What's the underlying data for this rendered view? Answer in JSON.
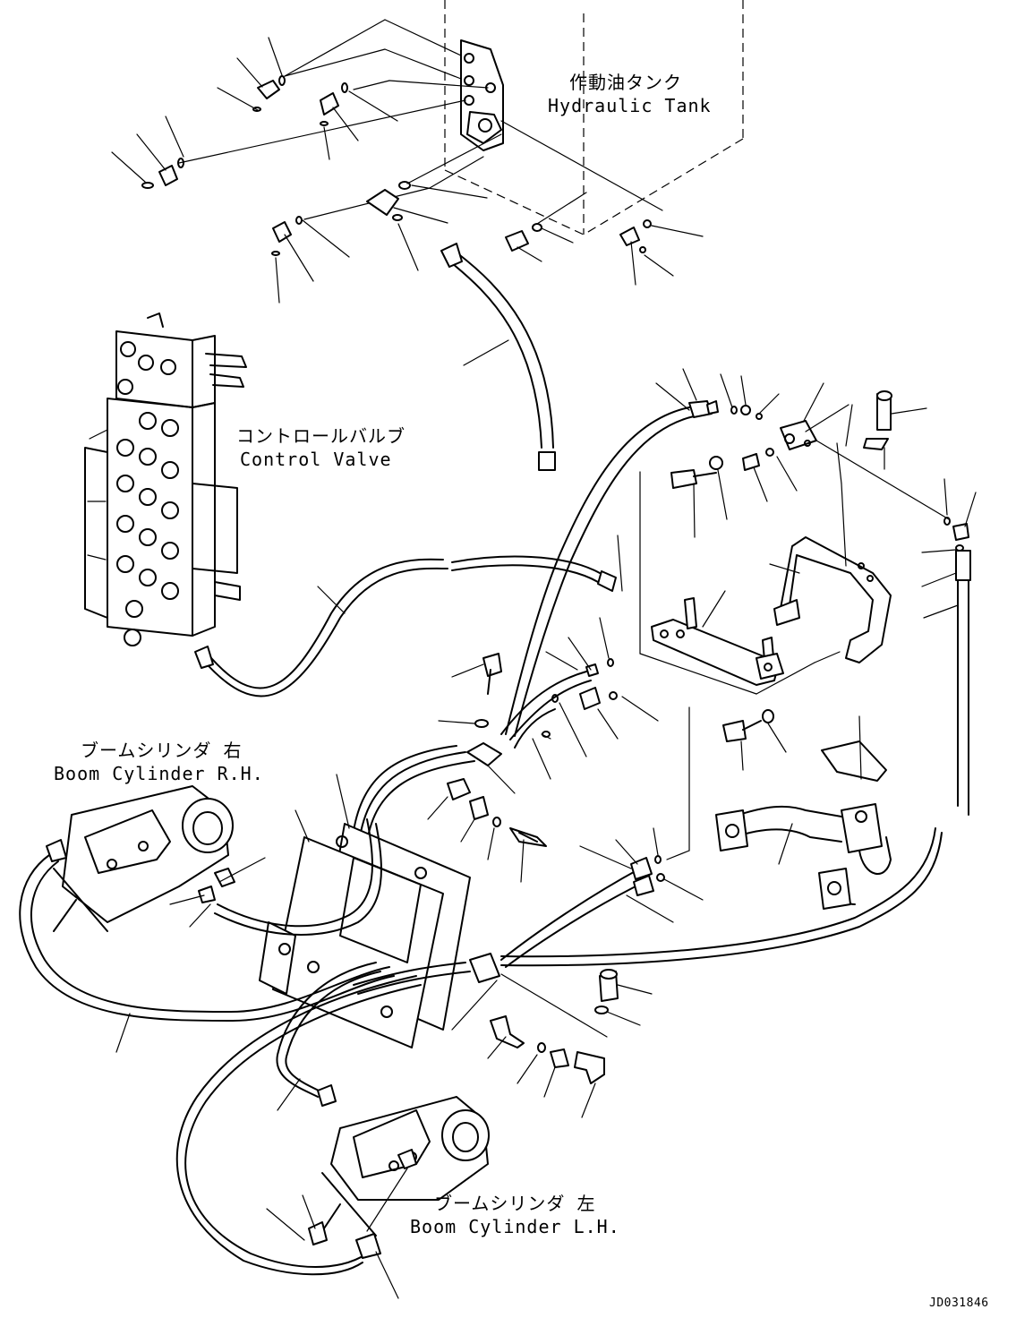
{
  "labels": {
    "hydraulic_tank_jp": "作動油タンク",
    "hydraulic_tank_en": "Hydraulic Tank",
    "control_valve_jp": "コントロールバルブ",
    "control_valve_en": "Control Valve",
    "boom_cylinder_rh_jp": "ブームシリンダ 右",
    "boom_cylinder_rh_en": "Boom Cylinder R.H.",
    "boom_cylinder_lh_jp": "ブームシリンダ 左",
    "boom_cylinder_lh_en": "Boom Cylinder L.H."
  },
  "drawing_id": "JD031846"
}
